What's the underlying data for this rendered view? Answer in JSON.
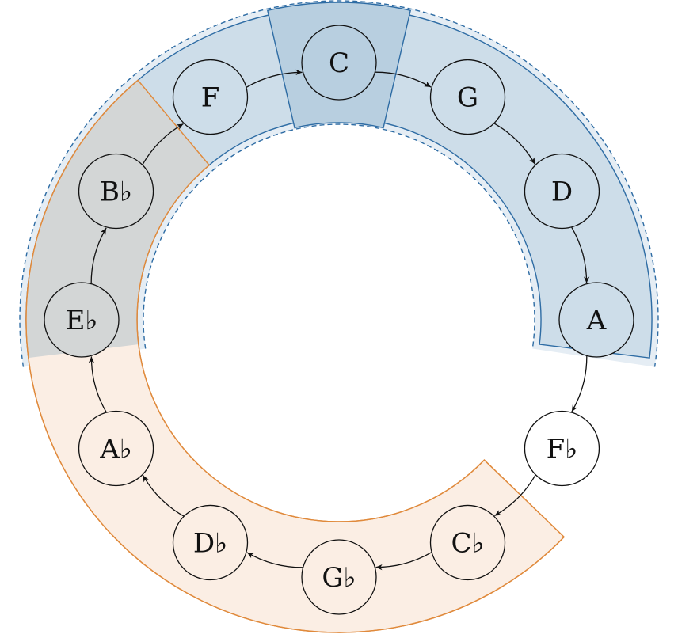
{
  "colors": {
    "blue_fill": "#cddde9",
    "blue_dark_fill": "#b8cfe0",
    "blue_stroke": "#2e6ca4",
    "blue_halo": "#e5edf4",
    "orange_fill": "#fbeee4",
    "orange_stroke": "#e08a3c",
    "overlap_fill": "#d3d6d6",
    "node_stroke": "#111111",
    "arrow": "#111111"
  },
  "notes": [
    {
      "id": "c",
      "label": "C",
      "group": "blue"
    },
    {
      "id": "g",
      "label": "G",
      "group": "blue"
    },
    {
      "id": "d",
      "label": "D",
      "group": "blue"
    },
    {
      "id": "a",
      "label": "A",
      "group": "blue"
    },
    {
      "id": "fb",
      "label": "F♭",
      "group": "none"
    },
    {
      "id": "cb",
      "label": "C♭",
      "group": "orange"
    },
    {
      "id": "gb",
      "label": "G♭",
      "group": "orange"
    },
    {
      "id": "db",
      "label": "D♭",
      "group": "orange"
    },
    {
      "id": "ab",
      "label": "A♭",
      "group": "orange"
    },
    {
      "id": "eb",
      "label": "E♭",
      "group": "both"
    },
    {
      "id": "bb",
      "label": "B♭",
      "group": "both"
    },
    {
      "id": "f",
      "label": "F",
      "group": "blue"
    }
  ]
}
